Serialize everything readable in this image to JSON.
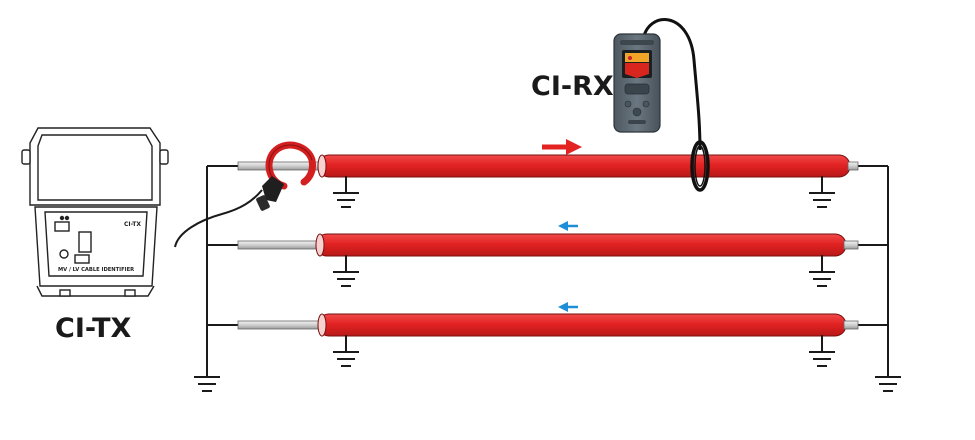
{
  "labels": {
    "receiver": "CI-RX",
    "transmitter": "CI-TX"
  },
  "transmitter_panel": {
    "model_text": "CI-TX",
    "footer_text": "MV / LV CABLE IDENTIFIER"
  },
  "colors": {
    "cable": "#e32222",
    "cable_edge": "#7a0f0f",
    "return_arrow": "#1e8fd6",
    "send_arrow": "#e32222",
    "wire": "#1a1a1a",
    "receiver_body": "#5c6870"
  },
  "cables": [
    {
      "id": "cable-1",
      "current_direction": "right",
      "traced": true
    },
    {
      "id": "cable-2",
      "current_direction": "left",
      "traced": false
    },
    {
      "id": "cable-3",
      "current_direction": "left",
      "traced": false
    }
  ],
  "icons": [
    "ground-icon",
    "clamp-icon",
    "arrow-right-icon",
    "arrow-left-icon",
    "receiver-device-icon",
    "transmitter-case-icon"
  ]
}
